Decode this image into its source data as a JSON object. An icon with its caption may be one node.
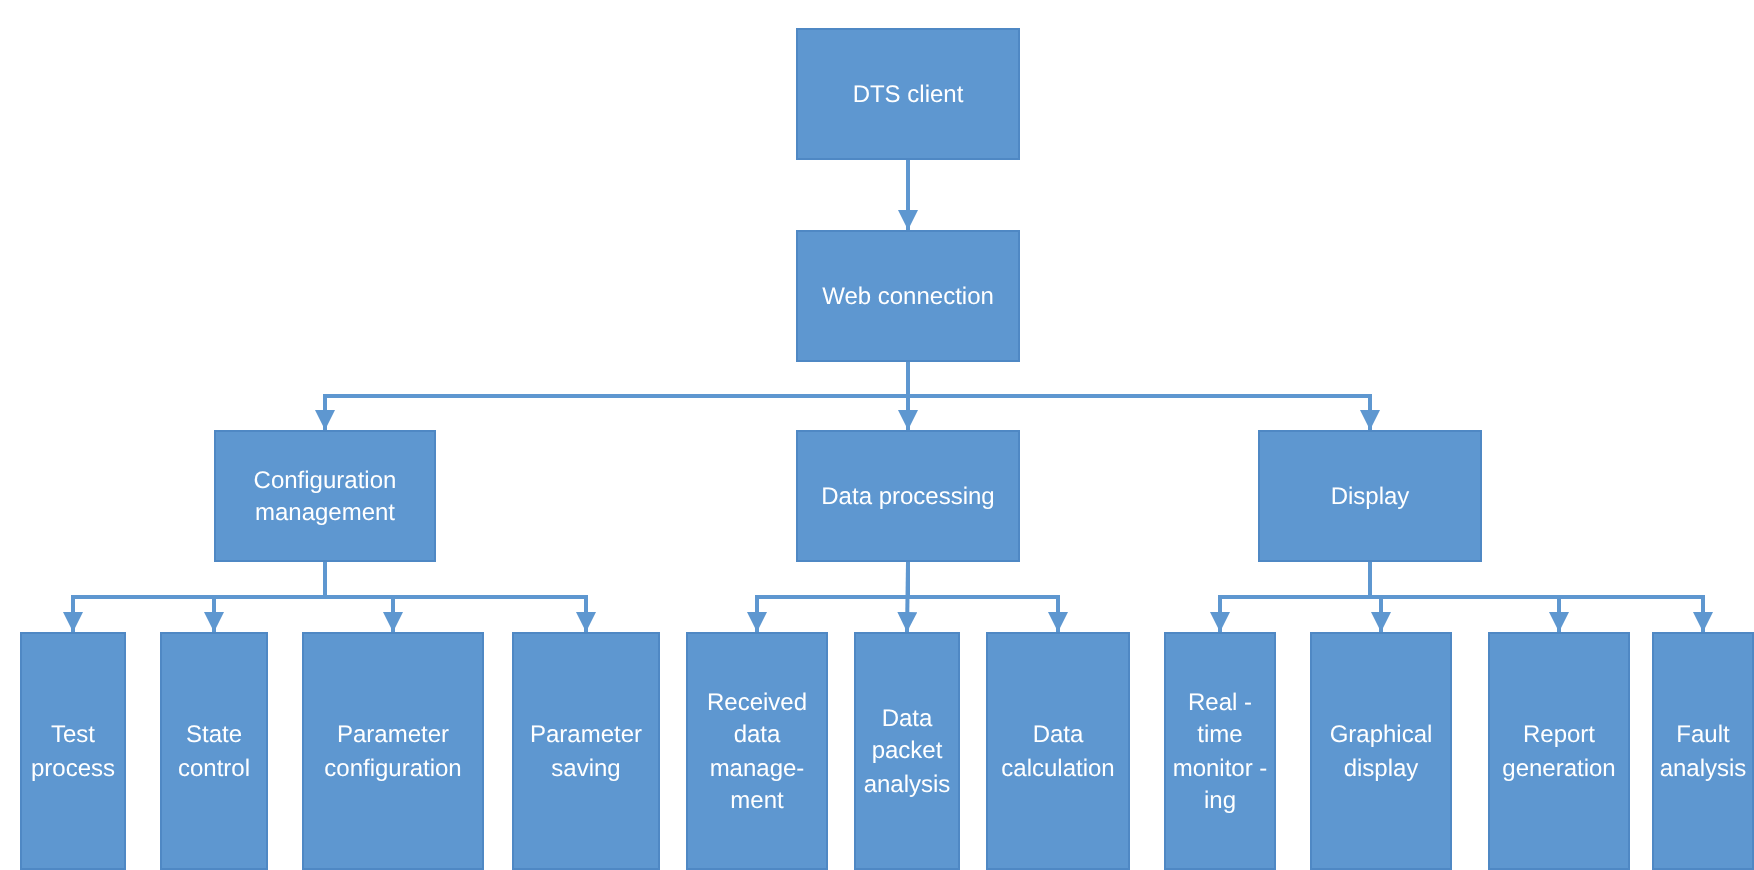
{
  "diagram": {
    "nodes": [
      {
        "text": [
          "DTS client"
        ]
      },
      {
        "text": [
          "Web connection"
        ]
      },
      {
        "text": [
          "Configuration management"
        ]
      },
      {
        "text": [
          "Data processing"
        ]
      },
      {
        "text": [
          "Display"
        ]
      },
      {
        "text": [
          "Test process"
        ]
      },
      {
        "text": [
          "State control"
        ]
      },
      {
        "text": [
          "Parameter configuration"
        ]
      },
      {
        "text": [
          "Parameter saving"
        ]
      },
      {
        "text": [
          "Received data manage- ment"
        ]
      },
      {
        "text": [
          "Data packet analysis"
        ]
      },
      {
        "text": [
          "Data calculation"
        ]
      },
      {
        "text": [
          "Real - time monitor -ing"
        ]
      },
      {
        "text": [
          "Graphical display"
        ]
      },
      {
        "text": [
          "Report generation"
        ]
      },
      {
        "text": [
          "Fault analysis"
        ]
      }
    ],
    "edges": [
      {
        "from": 0,
        "to": 1,
        "arrow": "to"
      },
      {
        "from": 1,
        "to": 2,
        "arrow": "to"
      },
      {
        "from": 1,
        "to": 3,
        "arrow": "to"
      },
      {
        "from": 1,
        "to": 4,
        "arrow": "to"
      },
      {
        "from": 2,
        "to": 5,
        "arrow": "to"
      },
      {
        "from": 2,
        "to": 6,
        "arrow": "to"
      },
      {
        "from": 2,
        "to": 7,
        "arrow": "to"
      },
      {
        "from": 2,
        "to": 8,
        "arrow": "to"
      },
      {
        "from": 3,
        "to": 9,
        "arrow": "to"
      },
      {
        "from": 3,
        "to": 10,
        "arrow": "to"
      },
      {
        "from": 3,
        "to": 11,
        "arrow": "to"
      },
      {
        "from": 4,
        "to": 12,
        "arrow": "to"
      },
      {
        "from": 4,
        "to": 13,
        "arrow": "to"
      },
      {
        "from": 4,
        "to": 14,
        "arrow": "to"
      },
      {
        "from": 4,
        "to": 15,
        "arrow": "to"
      }
    ]
  }
}
